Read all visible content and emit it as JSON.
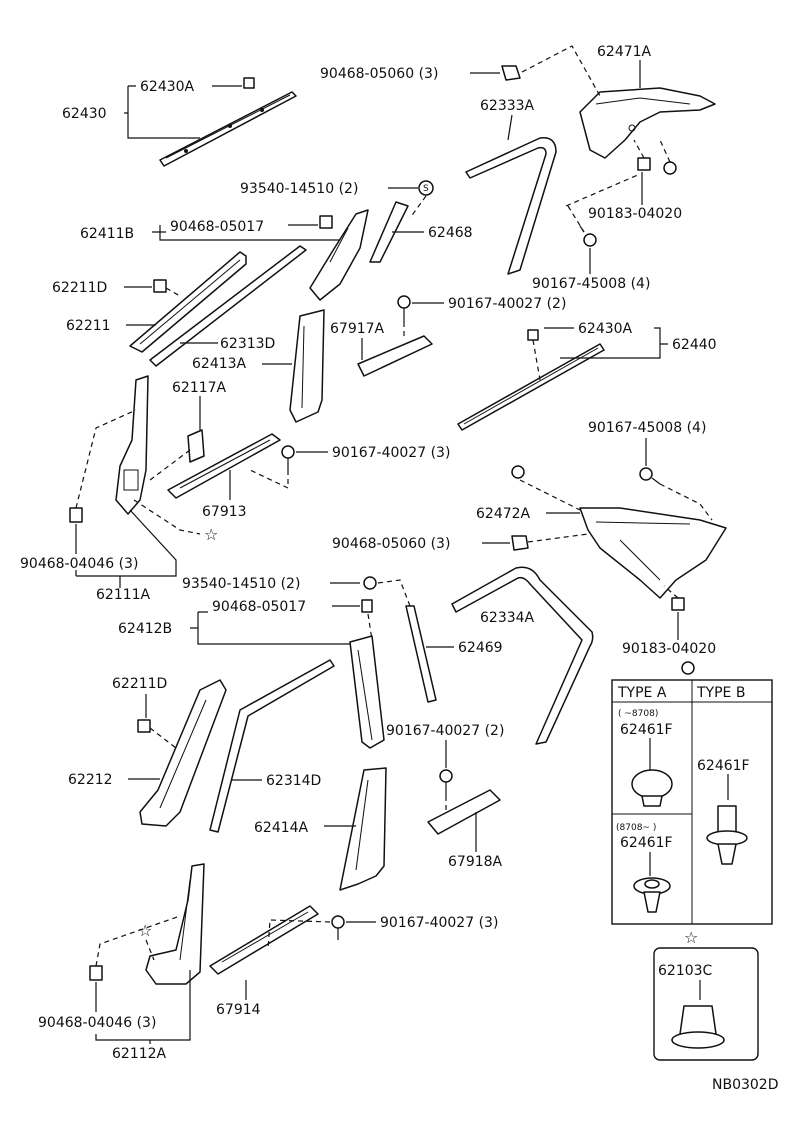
{
  "diagram": {
    "code": "NB0302D",
    "labels": {
      "p62430A_top": "62430A",
      "p62430": "62430",
      "p90468_05060_top": "90468-05060 (3)",
      "p62471A": "62471A",
      "p62333A": "62333A",
      "p93540_top": "93540-14510 (2)",
      "p90183_top": "90183-04020",
      "p62411B": "62411B",
      "p90468_05017_top": "90468-05017",
      "p62468": "62468",
      "p62211D_top": "62211D",
      "p90167_45008_top": "90167-45008 (4)",
      "p90167_40027_a": "90167-40027 (2)",
      "p62211": "62211",
      "p67917A": "67917A",
      "p62430A_mid": "62430A",
      "p62313D": "62313D",
      "p62440": "62440",
      "p62413A": "62413A",
      "p62117A": "62117A",
      "p90167_45008_mid": "90167-45008 (4)",
      "p90167_40027_b": "90167-40027 (3)",
      "p67913": "67913",
      "p62472A": "62472A",
      "p90468_05060_mid": "90468-05060 (3)",
      "p90468_04046_top": "90468-04046 (3)",
      "p62111A": "62111A",
      "p93540_mid": "93540-14510 (2)",
      "p62334A": "62334A",
      "p90468_05017_mid": "90468-05017",
      "p62412B": "62412B",
      "p62469": "62469",
      "p90183_mid": "90183-04020",
      "p62211D_mid": "62211D",
      "p90167_40027_c": "90167-40027 (2)",
      "p62212": "62212",
      "p62314D": "62314D",
      "p62414A": "62414A",
      "p67918A": "67918A",
      "p90167_40027_d": "90167-40027 (3)",
      "p67914": "67914",
      "p90468_04046_bot": "90468-04046 (3)",
      "p62112A": "62112A",
      "p62103C": "62103C"
    },
    "clip_table": {
      "type_a_header": "TYPE  A",
      "type_b_header": "TYPE  B",
      "type_a_upper_note": "(        ~8708)",
      "type_a_upper_part": "62461F",
      "type_a_lower_note": "(8708~        )",
      "type_a_lower_part": "62461F",
      "type_b_part": "62461F"
    },
    "markers": {
      "bolt_s_symbol": "S",
      "star_symbol": "☆"
    }
  }
}
